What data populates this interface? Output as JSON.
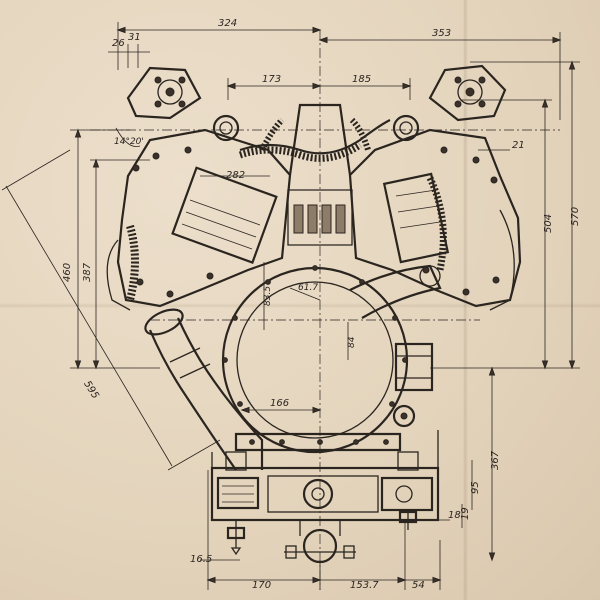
{
  "drawing": {
    "dimensions": {
      "d324": "324",
      "d353": "353",
      "d26": "26",
      "d31": "31",
      "d173": "173",
      "d185": "185",
      "d14": "14°20'",
      "d21": "21",
      "d282": "282",
      "d504": "504",
      "d570": "570",
      "d460": "460",
      "d387": "387",
      "d617": "61.7",
      "d835": "83.5",
      "d84": "84",
      "d595": "595",
      "d166": "166",
      "d367": "367",
      "d95": "95",
      "d19": "19",
      "d18": "18",
      "d165": "16.5",
      "d170": "170",
      "d1537": "153.7",
      "d54": "54"
    }
  }
}
